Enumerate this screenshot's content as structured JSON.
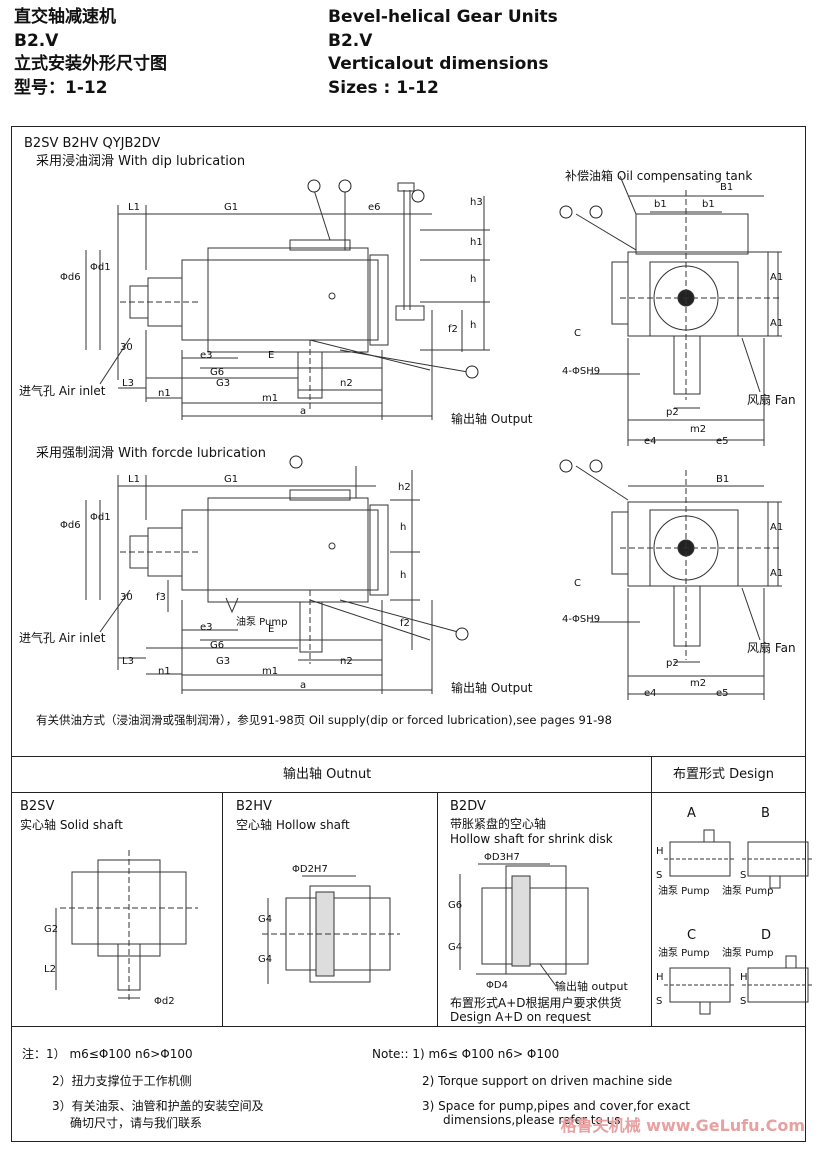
{
  "header": {
    "cn_line1": "直交轴减速机",
    "cn_line2": "B2.V",
    "cn_line3": "立式安装外形尺寸图",
    "cn_line4": "型号：1-12",
    "en_line1": "Bevel-helical Gear Units",
    "en_line2": "B2.V",
    "en_line3": "Verticalout dimensions",
    "en_line4": "Sizes : 1-12"
  },
  "top_section": {
    "models": "B2SV  B2HV   QYJB2DV",
    "dip_label": "采用浸油润滑  With dip lubrication",
    "forced_label": "采用强制润滑  With forcde lubrication",
    "oil_tank": "补偿油箱 Oil compensating tank",
    "air_inlet_1": "进气孔  Air inlet",
    "air_inlet_2": "进气孔  Air inlet",
    "output_1": "输出轴  Output",
    "output_2": "输出轴  Output",
    "fan_1": "风扇  Fan",
    "fan_2": "风扇  Fan",
    "oil_pump": "油泵 Pump",
    "hole_label_1": "4-ΦSH9",
    "hole_label_2": "4-ΦSH9",
    "oil_supply_note": "有关供油方式（浸油润滑或强制润滑），参见91-98页   Oil supply(dip or forced lubrication),see pages 91-98"
  },
  "dims_side": {
    "L1": "L1",
    "G1": "G1",
    "e6": "e6",
    "h3": "h3",
    "h1": "h1",
    "h": "h",
    "f2": "f2",
    "d6": "Φd6",
    "d1": "Φd1",
    "a30": "30",
    "e3": "e3",
    "E": "E",
    "G6": "G6",
    "L3": "L3",
    "G3": "G3",
    "n2": "n2",
    "n1": "n1",
    "m1": "m1",
    "a": "a",
    "h2": "h2",
    "f3": "f3"
  },
  "dims_end": {
    "B1": "B1",
    "b1": "b1",
    "A1": "A1",
    "C": "C",
    "p2": "p2",
    "m2": "m2",
    "e4": "e4",
    "e5": "e5"
  },
  "bottom": {
    "output_title": "输出轴  Outnut",
    "design_title": "布置形式  Design",
    "b2sv_title": "B2SV",
    "b2sv_sub": "实心轴  Solid shaft",
    "b2hv_title": "B2HV",
    "b2hv_sub": "空心轴  Hollow shaft",
    "b2dv_title": "B2DV",
    "b2dv_sub1": "带胀紧盘的空心轴",
    "b2dv_sub2": "Hollow shaft for shrink disk",
    "b2dv_output": "输出轴  output",
    "b2dv_note1": "布置形式A+D根据用户要求供货",
    "b2dv_note2": "Design A+D on request",
    "dim_G2": "G2",
    "dim_L2": "L2",
    "dim_d2": "Φd2",
    "dim_D2H7": "ΦD2H7",
    "dim_G4": "G4",
    "dim_D3H7": "ΦD3H7",
    "dim_G6": "G6",
    "dim_D4": "ΦD4",
    "design_A": "A",
    "design_B": "B",
    "design_C": "C",
    "design_D": "D",
    "pump": "油泵 Pump",
    "dim_H": "H",
    "dim_S": "S"
  },
  "notes": {
    "cn_1": "注：1） m6≤Φ100  n6>Φ100",
    "cn_2": "2）扭力支撑位于工作机侧",
    "cn_3a": "3）有关油泵、油管和护盖的安装空间及",
    "cn_3b": "确切尺寸，请与我们联系",
    "en_1": "Note::  1)   m6≤ Φ100  n6> Φ100",
    "en_2": "2)   Torque support on driven machine side",
    "en_3a": "3)   Space for pump,pipes and cover,for exact",
    "en_3b": "dimensions,please refer to us"
  },
  "watermark": "格鲁夫机械  www.GeLufu.Com"
}
